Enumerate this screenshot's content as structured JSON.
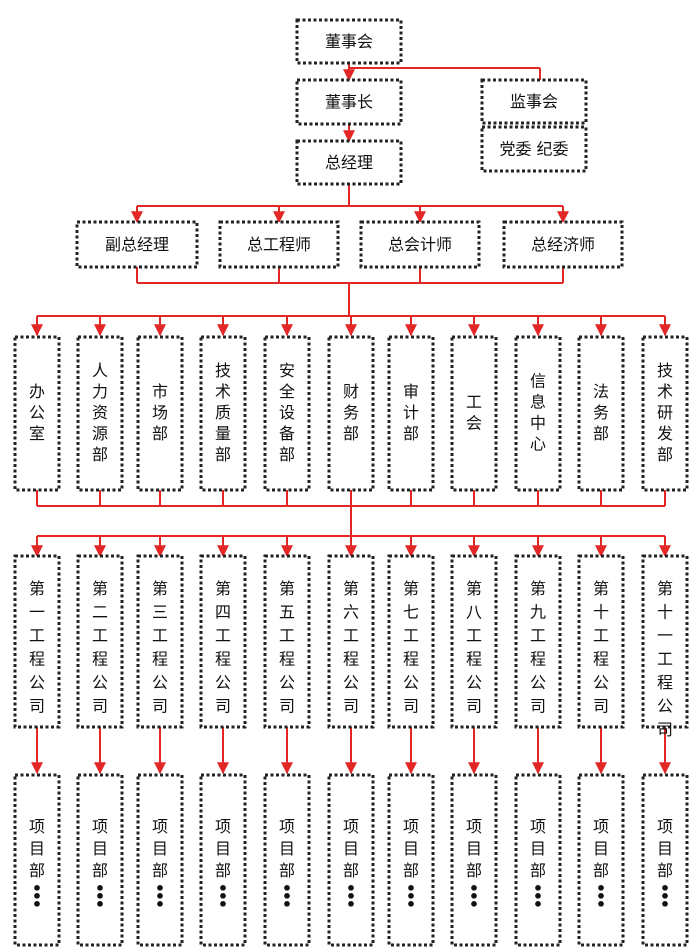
{
  "colors": {
    "connector": "#e32626",
    "border": "#222222",
    "text": "#111111"
  },
  "top": {
    "board": "董事会",
    "chairman": "董事长",
    "supervisory": "监事会",
    "party": "党委 纪委",
    "gm": "总经理"
  },
  "deputies": [
    "副总经理",
    "总工程师",
    "总会计师",
    "总经济师"
  ],
  "departments": [
    "办公室",
    "人力资源部",
    "市场部",
    "技术质量部",
    "安全设备部",
    "财务部",
    "审计部",
    "工会",
    "信息中心",
    "法务部",
    "技术研发部"
  ],
  "companies": [
    "第一工程公司",
    "第二工程公司",
    "第三工程公司",
    "第四工程公司",
    "第五工程公司",
    "第六工程公司",
    "第七工程公司",
    "第八工程公司",
    "第九工程公司",
    "第十工程公司",
    "第十一工程公司"
  ],
  "project_label": "项目部",
  "ellipsis": "•••"
}
